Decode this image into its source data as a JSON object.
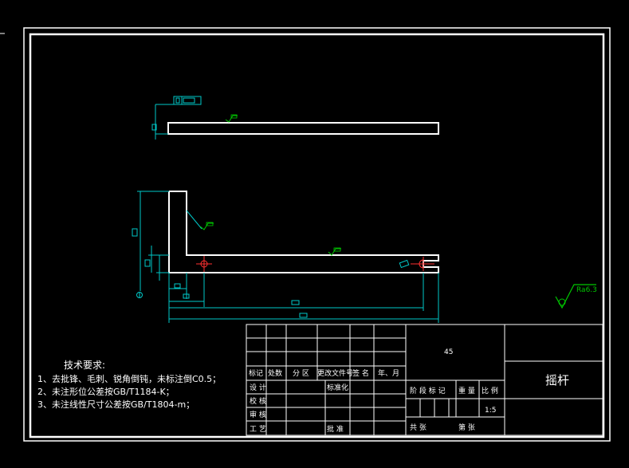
{
  "material": "45",
  "part_name": "摇杆",
  "scale": "1:5",
  "surface_finish": "Ra6.3",
  "tech_requirements": {
    "title": "技术要求:",
    "lines": [
      "1、去批锋、毛刺、锐角倒钝，未标注倒C0.5；",
      "2、未注形位公差按GB/T1184-K；",
      "3、未注线性尺寸公差按GB/T1804-m；"
    ]
  },
  "title_block": {
    "mark": "标记",
    "count": "处数",
    "zone": "分 区",
    "change_doc": "更改文件号",
    "sign": "签 名",
    "date": "年、月",
    "design": "设 计",
    "standardize": "标准化",
    "check": "校 核",
    "review": "审 核",
    "process": "工 艺",
    "approve": "批 准",
    "stage_mark": "阶 段 标 记",
    "weight": "重 量",
    "ratio": "比 例",
    "sheets_total": "共   张",
    "sheet_no": "第   张"
  }
}
